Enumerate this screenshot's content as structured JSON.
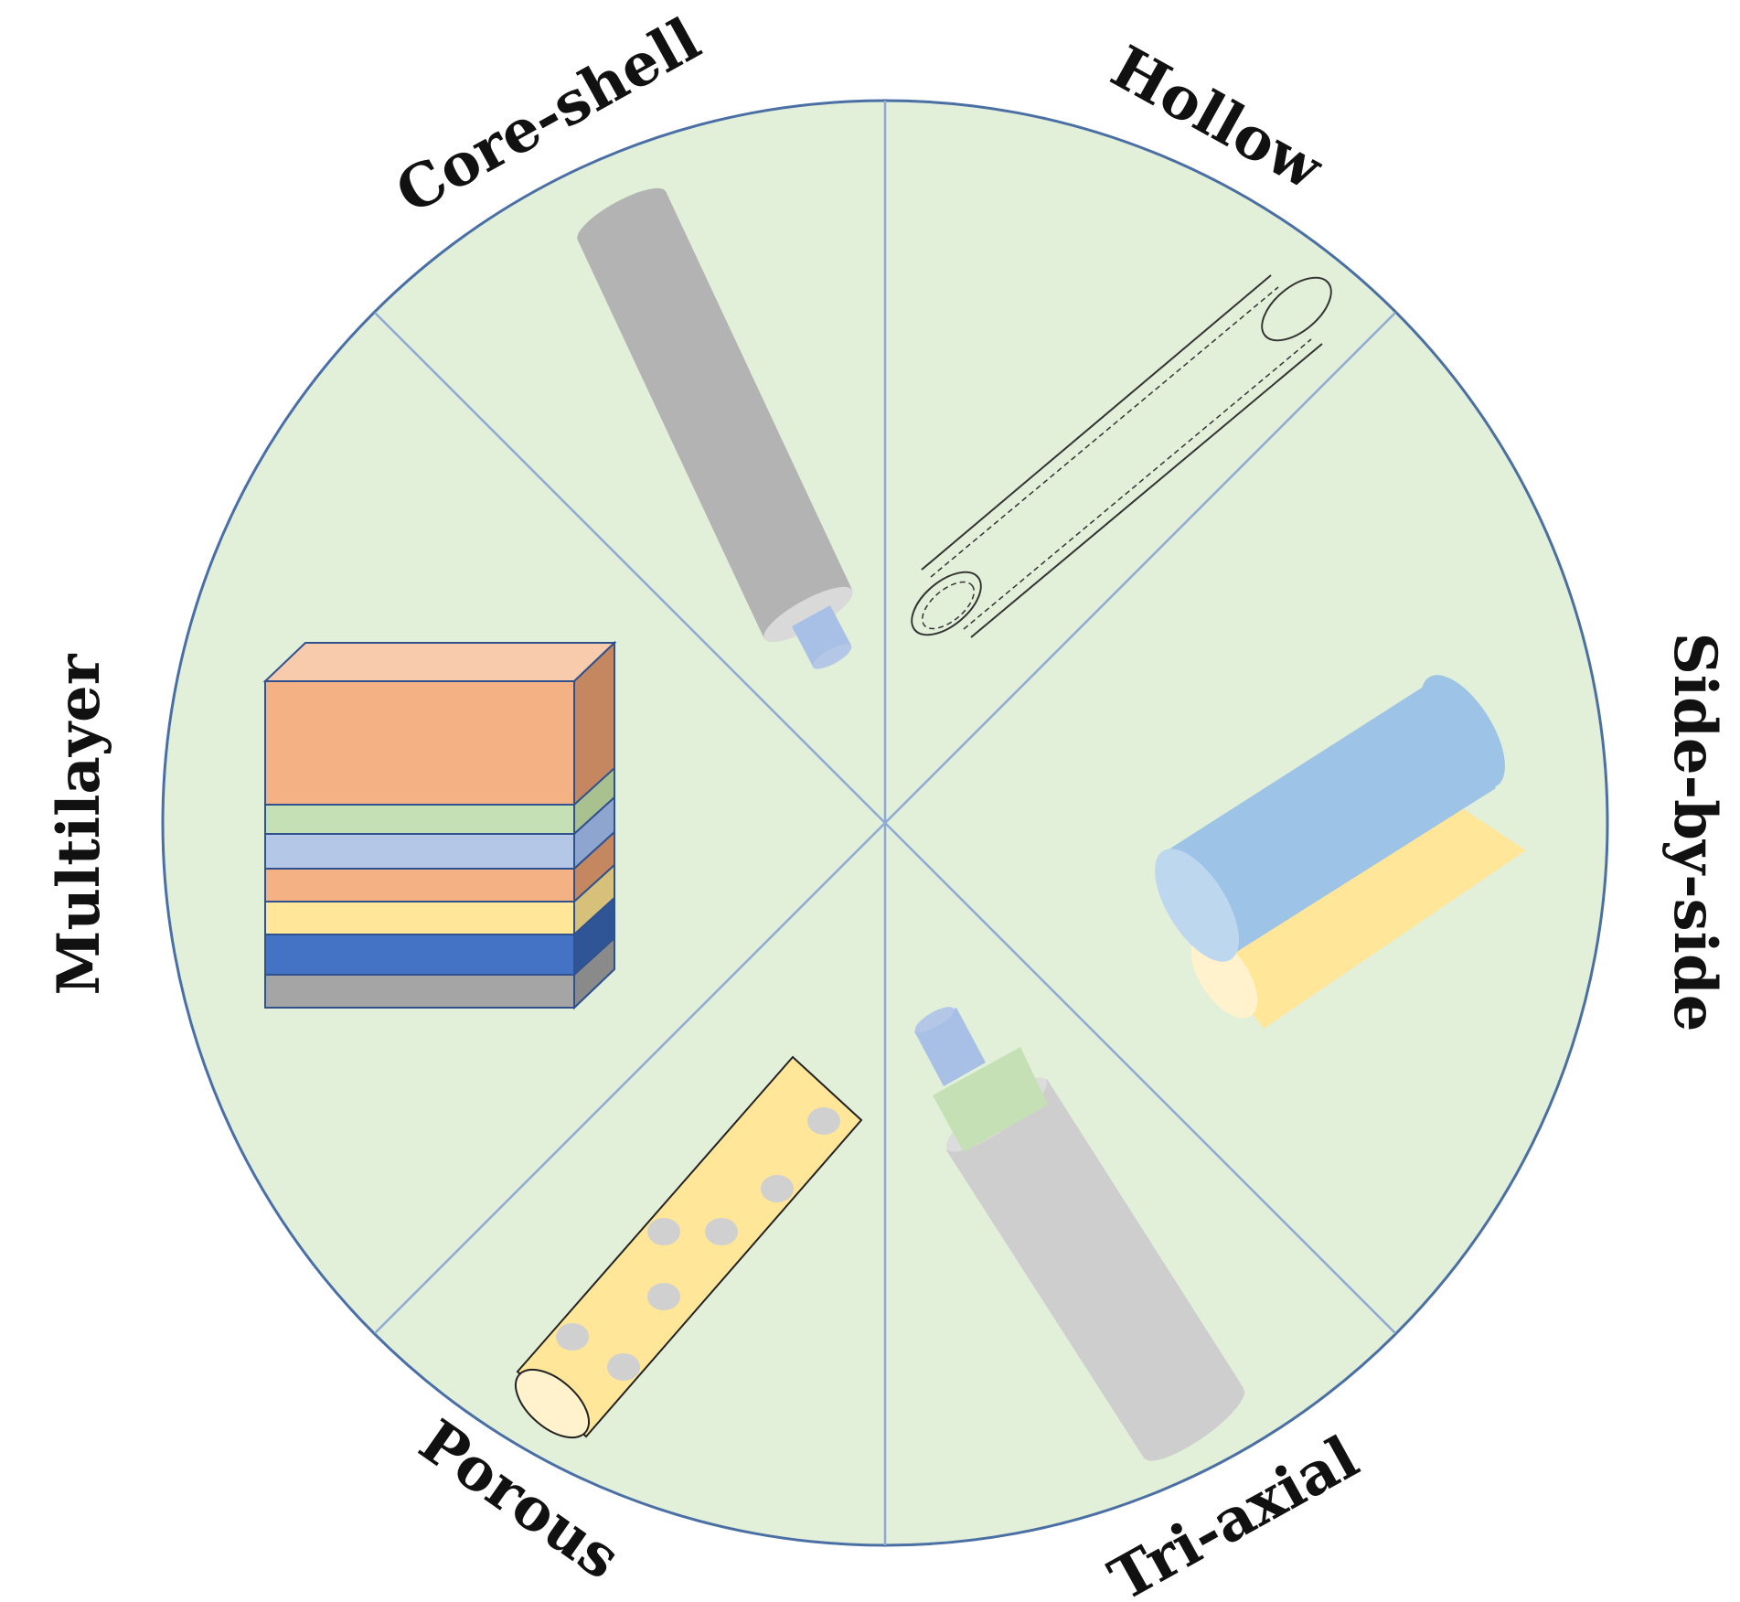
{
  "diagram": {
    "labels": {
      "core_shell": "Core-shell",
      "hollow": "Hollow",
      "side_by_side": "Side-by-side",
      "tri_axial": "Tri-axial",
      "porous": "Porous",
      "multilayer": "Multilayer"
    }
  },
  "colors": {
    "background_fill": "#e2efd9",
    "circle_stroke": "#4a6fa5",
    "divider": "#8eaad4",
    "shell_gray": "#b3b3b3",
    "light_gray": "#cfcecf",
    "core_blue": "#a8c0e6",
    "sheath_green": "#c5e0b4",
    "side_blue": "#9dc3e6",
    "side_yellow": "#ffe699",
    "porous_yellow": "#ffe699",
    "orange": "#f4b183",
    "green_layer": "#c5e0b4",
    "blue_layer": "#b4c7e7",
    "yellow_layer": "#ffe699",
    "dark_blue_layer": "#4472c4",
    "gray_layer": "#a5a5a5"
  }
}
